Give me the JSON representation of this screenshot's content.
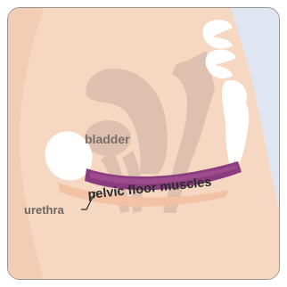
{
  "labels": {
    "bladder": "bladder",
    "pelvic_floor_muscles": "pelvic floor muscles",
    "urethra": "urethra"
  },
  "colors": {
    "background": "#dfe5f1",
    "skin": "#f6d8c2",
    "organ_shadow": "#ddbfb0",
    "bone": "#ffffff",
    "muscle": "#8b3c7f",
    "muscle_highlight": "#a85596",
    "urethra_band": "#f3c1a4",
    "text_dark": "#2b2b2b",
    "text_organ": "#7a6c66",
    "border": "#9a9590"
  }
}
